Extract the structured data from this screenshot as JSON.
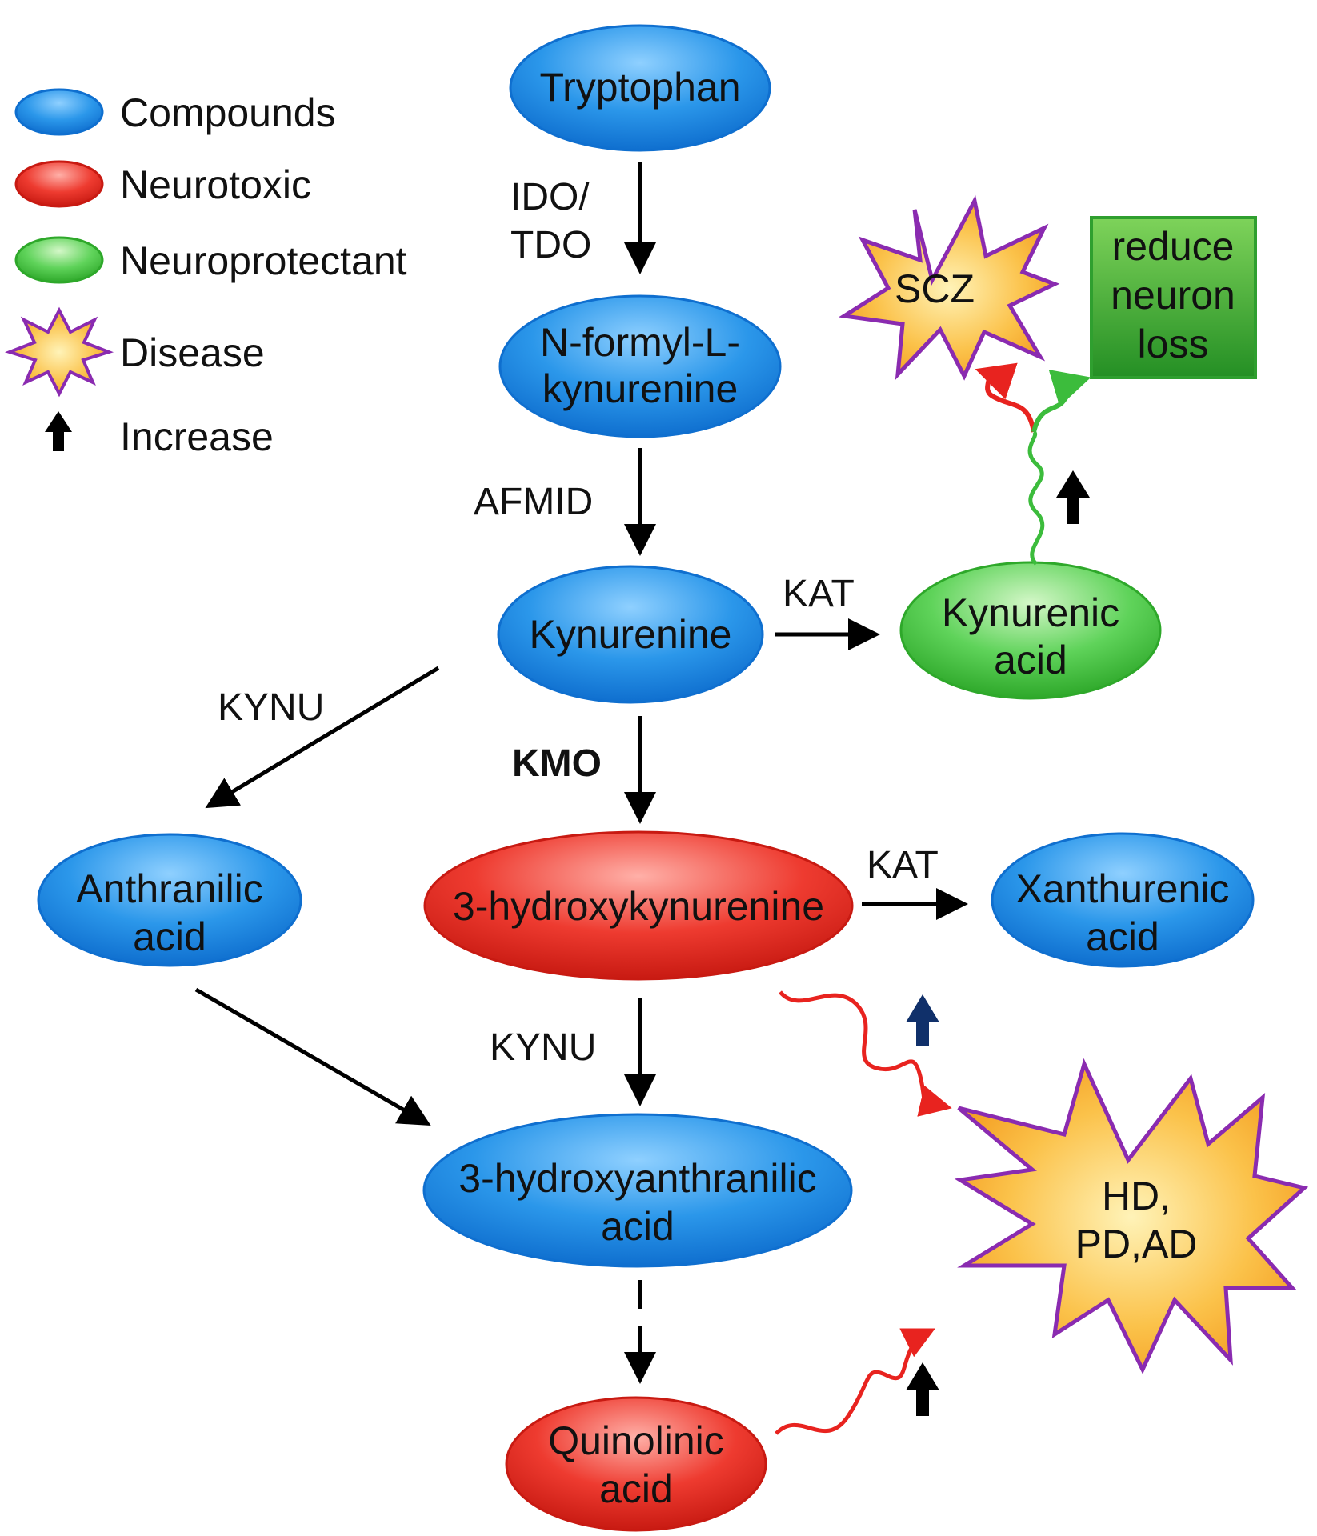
{
  "legend": {
    "compounds": "Compounds",
    "neurotoxic": "Neurotoxic",
    "neuroprotectant": "Neuroprotectant",
    "disease": "Disease",
    "increase": "Increase"
  },
  "nodes": {
    "tryptophan": {
      "lines": [
        "Tryptophan"
      ]
    },
    "n_formyl": {
      "lines": [
        "N-formyl-L-",
        "kynurenine"
      ]
    },
    "kynurenine": {
      "lines": [
        "Kynurenine"
      ]
    },
    "kynurenic_acid": {
      "lines": [
        "Kynurenic",
        "acid"
      ]
    },
    "anthranilic_acid": {
      "lines": [
        "Anthranilic",
        "acid"
      ]
    },
    "hydroxykynurenine": {
      "lines": [
        "3-hydroxykynurenine"
      ]
    },
    "xanthurenic_acid": {
      "lines": [
        "Xanthurenic",
        "acid"
      ]
    },
    "hydroxyanthranilic_acid": {
      "lines": [
        "3-hydroxyanthranilic",
        "acid"
      ]
    },
    "quinolinic_acid": {
      "lines": [
        "Quinolinic",
        "acid"
      ]
    },
    "scz": {
      "lines": [
        "SCZ"
      ]
    },
    "reduce_neuron_loss": {
      "lines": [
        "reduce",
        "neuron",
        "loss"
      ]
    },
    "hd_pd_ad": {
      "lines": [
        "HD,",
        "PD,AD"
      ]
    }
  },
  "enzymes": {
    "ido_tdo": [
      "IDO/",
      "TDO"
    ],
    "afmid": "AFMID",
    "kat_1": "KAT",
    "kynu_1": "KYNU",
    "kmo": "KMO",
    "kat_2": "KAT",
    "kynu_2": "KYNU"
  },
  "colors": {
    "compound": "#1a8ee8",
    "neurotoxic": "#e8231f",
    "neuroprotectant": "#3cbc3c",
    "disease_fill": "#f7b030",
    "disease_stroke": "#8a2bb0",
    "green_box": "#2f9f2f",
    "increase_dark_blue": "#10306a"
  }
}
